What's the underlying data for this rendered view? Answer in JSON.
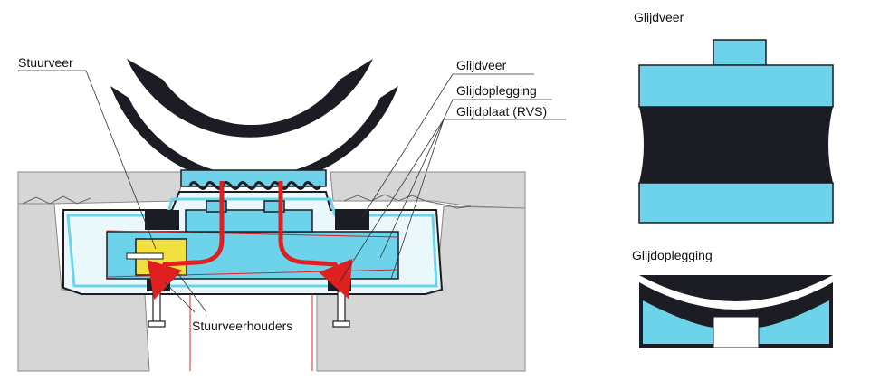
{
  "labels": {
    "stuurveer": "Stuurveer",
    "glijdveer": "Glijdveer",
    "glijdoplegging": "Glijdoplegging",
    "glijdplaat": "Glijdplaat (RVS)",
    "stuurveerhouders": "Stuurveerhouders",
    "detail_glijdveer_title": "Glijdveer",
    "detail_glijdoplegging_title": "Glijdoplegging"
  },
  "colors": {
    "cyan": "#6dd3ea",
    "dark": "#1c1c24",
    "concrete": "#d6d6d6",
    "yellow": "#f0e040",
    "force_arrow": "#e02020"
  },
  "icons": [
    "force-arrow-icon",
    "anchor-bolt-icon"
  ]
}
